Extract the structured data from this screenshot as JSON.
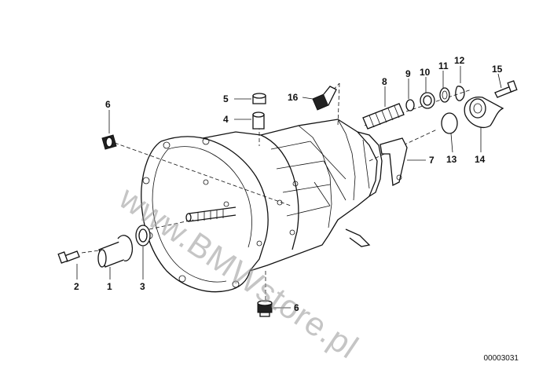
{
  "callouts": {
    "c1": "1",
    "c2": "2",
    "c3": "3",
    "c4": "4",
    "c5": "5",
    "c6a": "6",
    "c6b": "6",
    "c7": "7",
    "c8": "8",
    "c9": "9",
    "c10": "10",
    "c11": "11",
    "c12": "12",
    "c13": "13",
    "c14": "14",
    "c15": "15",
    "c16": "16"
  },
  "watermark": "www.BMWstore.pl",
  "reference": "00003031"
}
